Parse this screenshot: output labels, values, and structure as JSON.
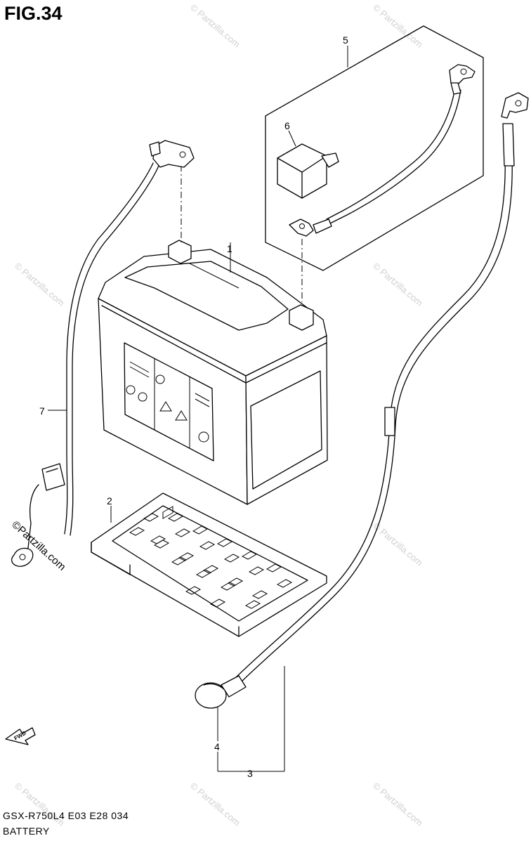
{
  "figure": {
    "title": "FIG.34",
    "model_code": "GSX-R750L4  E03  E28  034",
    "section_name": "BATTERY",
    "fwd_label": "FWD"
  },
  "callouts": {
    "c1": "1",
    "c2": "2",
    "c3": "3",
    "c4": "4",
    "c5": "5",
    "c6": "6",
    "c7": "7"
  },
  "watermark": {
    "text": "© Partzilla.com",
    "corner_text": "©Partzilla.com"
  }
}
